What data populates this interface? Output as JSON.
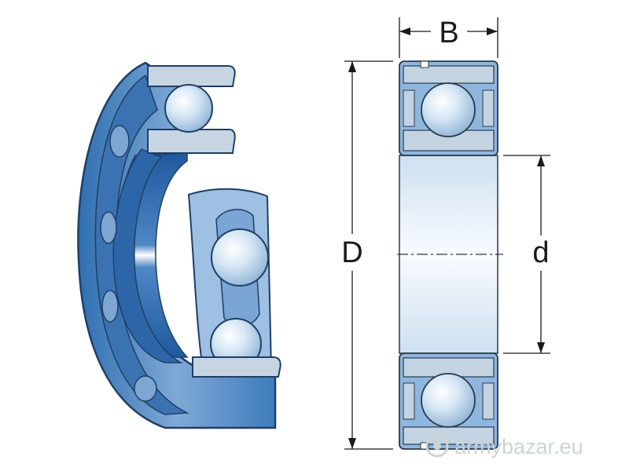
{
  "diagram": {
    "dimension_labels": {
      "width": "B",
      "outer_diameter": "D",
      "bore_diameter": "d"
    },
    "watermark": "armybazar.eu",
    "colors": {
      "ring_blue": "#8fb6df",
      "ring_dark": "#2f6fb0",
      "ball": "#d9e9f6",
      "section_gray": "#b9c7d3",
      "bore_light": "#e9f2fa",
      "dim_line": "#1a1a1a"
    }
  }
}
